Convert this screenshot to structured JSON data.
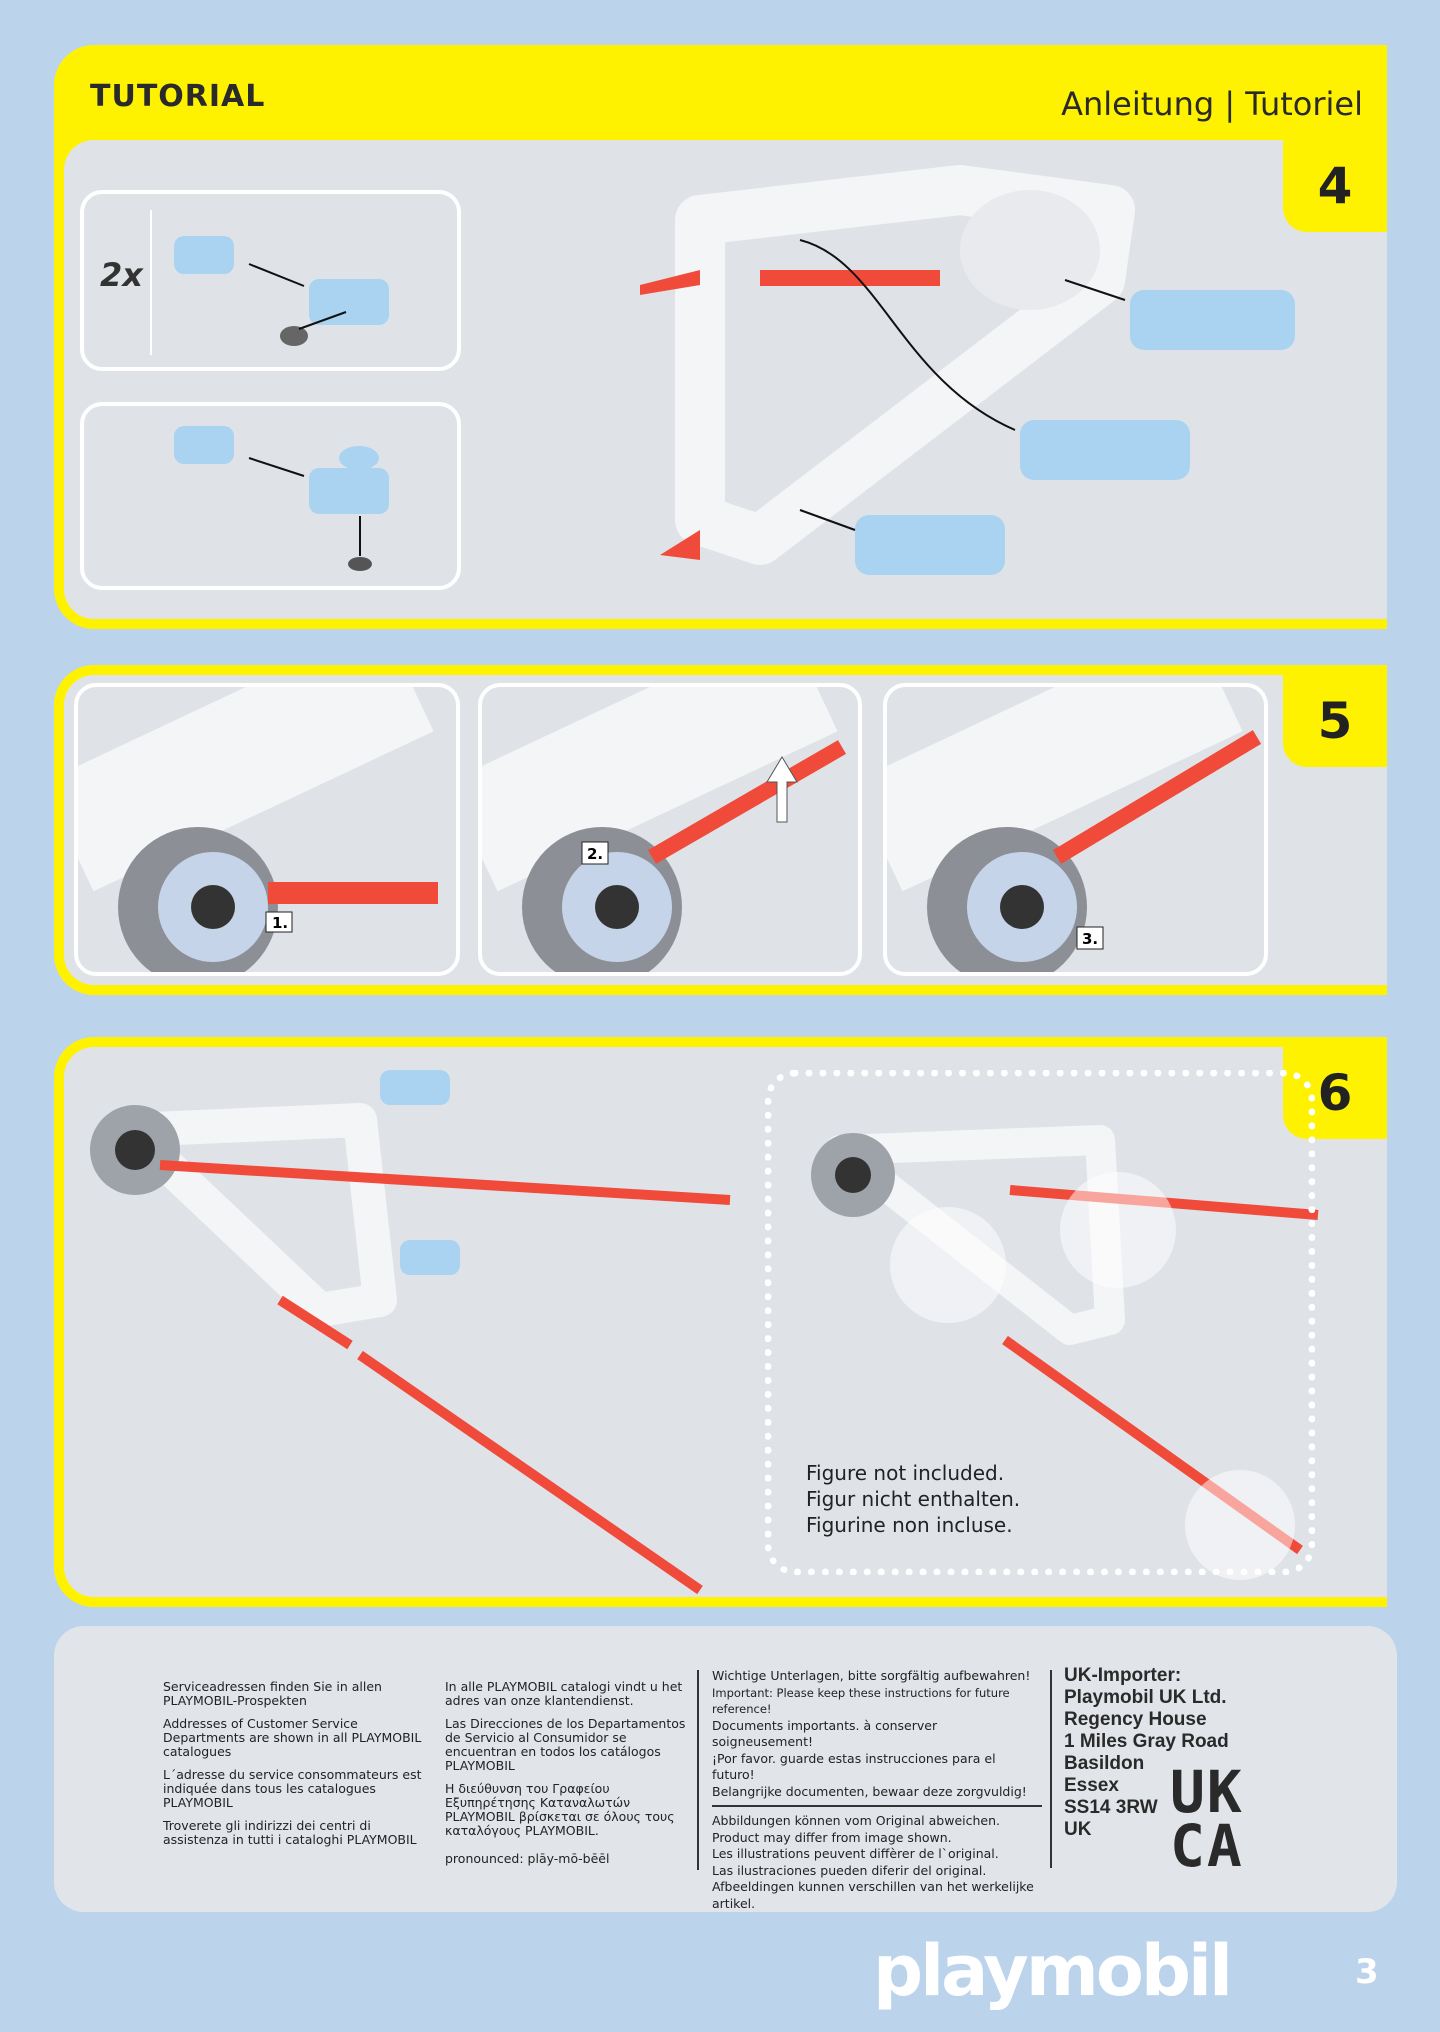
{
  "header": {
    "title": "TUTORIAL",
    "subtitle": "Anleitung | Tutoriel"
  },
  "steps": [
    {
      "number": "4",
      "quantity_label": "2x"
    },
    {
      "number": "5",
      "callouts": [
        "1.",
        "2.",
        "3."
      ]
    },
    {
      "number": "6",
      "note": [
        "Figure not included.",
        "Figur nicht enthalten.",
        "Figurine non incluse."
      ]
    }
  ],
  "footer": {
    "col1": [
      "Serviceadressen finden Sie in allen PLAYMOBIL-Prospekten",
      "Addresses of Customer Service Departments are shown in all PLAYMOBIL catalogues",
      "L´adresse du service consommateurs est indiquée dans tous les catalogues PLAYMOBIL",
      "Troverete gli indirizzi dei centri di assistenza in tutti i cataloghi PLAYMOBIL"
    ],
    "col2": [
      "In alle PLAYMOBIL catalogi  vindt u het adres van onze klantendienst.",
      "Las Direcciones de los Departamentos de Servicio al Consumidor se encuentran en todos los catálogos PLAYMOBIL",
      "Η διεύθυνση του Γραφείου Εξυπηρέτησης Καταναλωτών PLAYMOBIL βρίσκεται σε όλους τους καταλόγους PLAYMOBIL.",
      "pronounced: plāy-mō-bēēl"
    ],
    "col3a": [
      "Wichtige Unterlagen, bitte sorgfältig aufbewahren!",
      "Important: Please keep these instructions for future reference!",
      "Documents importants. à conserver soigneusement!",
      "¡Por favor. guarde estas instrucciones para el futuro!",
      "Belangrijke documenten, bewaar deze zorgvuldig!"
    ],
    "col3b": [
      "Abbildungen können vom Original abweichen.",
      "Product may differ from image shown.",
      "Les illustrations peuvent diffèrer de l`original.",
      "Las ilustraciones pueden diferir del original.",
      "Afbeeldingen kunnen verschillen van het werkelijke artikel."
    ],
    "uk_importer": [
      "UK-Importer:",
      "Playmobil UK Ltd.",
      "Regency House",
      "1 Miles Gray Road",
      "Basildon",
      "Essex",
      "SS14 3RW",
      "UK"
    ],
    "ukca_mark": "UKCA"
  },
  "brand": {
    "logo": "playmobil",
    "page_number": "3"
  },
  "colors": {
    "yellow": "#fff200",
    "background": "#bcd3ec",
    "panel": "#dfe3e8",
    "red": "#f04a3a",
    "part_blue": "#a9d3f0"
  }
}
